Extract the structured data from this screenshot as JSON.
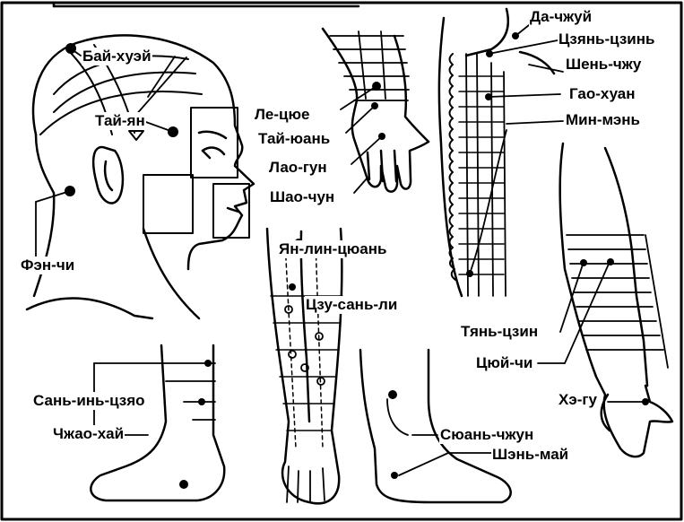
{
  "labels": {
    "bai_huei": "Бай-хуэй",
    "tai_yan": "Тай-ян",
    "fen_chi": "Фэн-чи",
    "le_tsyue": "Ле-цюе",
    "tai_yuan": "Тай-юань",
    "lao_gun": "Лао-гун",
    "shao_chun": "Шао-чун",
    "da_chzhui": "Да-чжуй",
    "tszyan_tszin": "Цзянь-цзинь",
    "shen_chzhu": "Шень-чжу",
    "gao_huan": "Гао-хуан",
    "min_men": "Мин-мэнь",
    "yan_lin_tsyuan": "Ян-лин-цюань",
    "tszu_san_li": "Цзу-сань-ли",
    "tyan_tszin": "Тянь-цзин",
    "tsyui_chi": "Цюй-чи",
    "he_gu": "Хэ-гу",
    "san_in_tszyao": "Сань-инь-цзяо",
    "chzhao_hai": "Чжао-хай",
    "syuan_chzhun": "Сюань-чжун",
    "shen_mai": "Шэнь-май"
  }
}
